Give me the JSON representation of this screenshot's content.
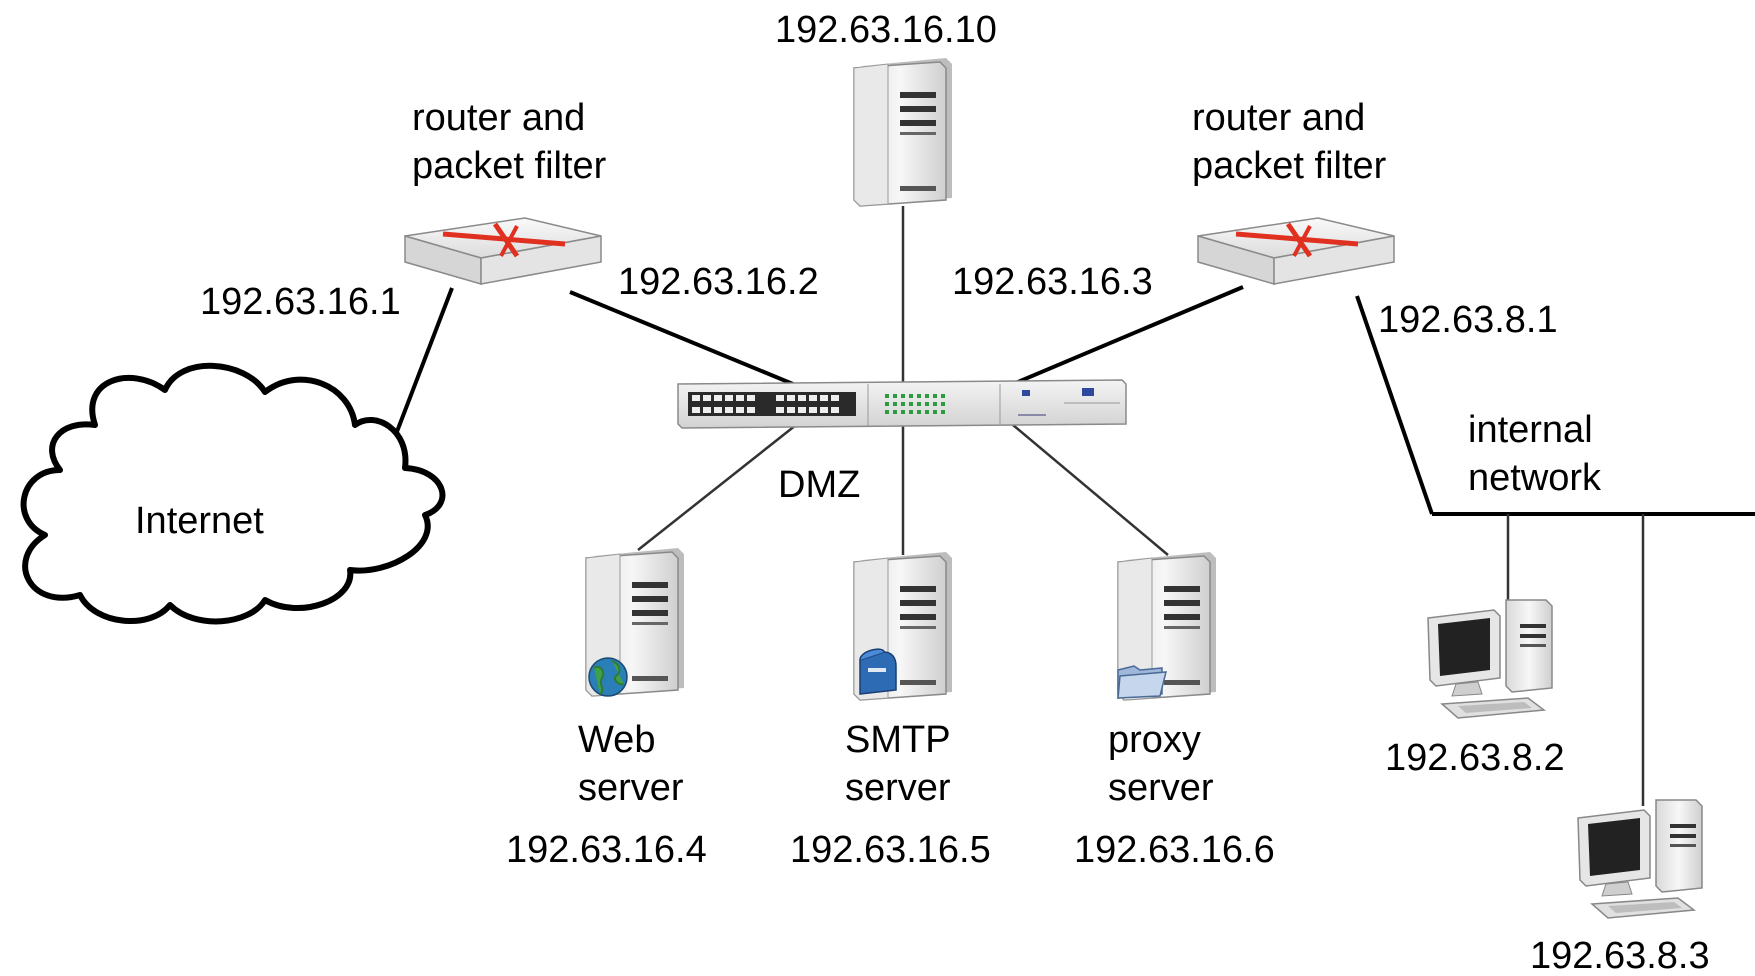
{
  "colors": {
    "background": "#ffffff",
    "line": "#000000",
    "router_top": "#f2f2f2",
    "router_x": "#e03020",
    "server_body": "#eeeeee",
    "globe": "#2a7fb8",
    "mailbox": "#2e6bb5",
    "folder": "#9fb7d9"
  },
  "internet": {
    "icon": "cloud-icon",
    "label": "Internet"
  },
  "top_server": {
    "icon": "server-tower-icon",
    "ip": "192.63.16.10"
  },
  "router_left": {
    "icon": "router-packet-filter-icon",
    "label_line1": "router and",
    "label_line2": "packet filter",
    "ip_outside": "192.63.16.1",
    "ip_dmz": "192.63.16.2"
  },
  "router_right": {
    "icon": "router-packet-filter-icon",
    "label_line1": "router and",
    "label_line2": "packet filter",
    "ip_dmz": "192.63.16.3",
    "ip_internal": "192.63.8.1"
  },
  "dmz": {
    "switch_icon": "network-switch-icon",
    "label": "DMZ"
  },
  "servers": [
    {
      "icon": "globe-icon",
      "name_line1": "Web",
      "name_line2": "server",
      "ip": "192.63.16.4"
    },
    {
      "icon": "mailbox-icon",
      "name_line1": "SMTP",
      "name_line2": "server",
      "ip": "192.63.16.5"
    },
    {
      "icon": "folder-icon",
      "name_line1": "proxy",
      "name_line2": "server",
      "ip": "192.63.16.6"
    }
  ],
  "internal": {
    "label_line1": "internal",
    "label_line2": "network",
    "hosts": [
      {
        "icon": "desktop-computer-icon",
        "ip": "192.63.8.2"
      },
      {
        "icon": "desktop-computer-icon",
        "ip": "192.63.8.3"
      }
    ]
  }
}
